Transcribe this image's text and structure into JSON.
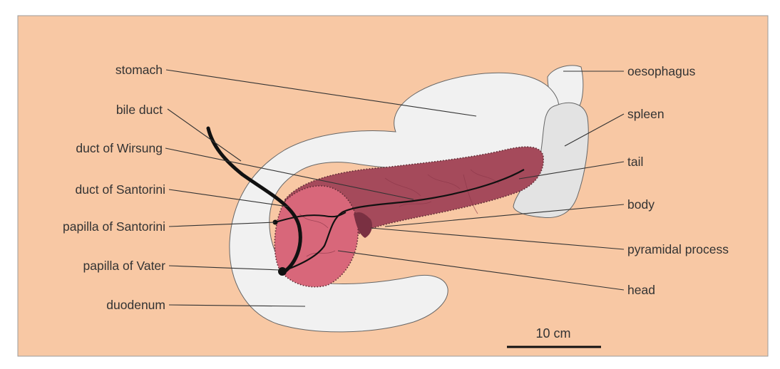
{
  "diagram": {
    "labels_left": {
      "stomach": "stomach",
      "bile_duct": "bile duct",
      "duct_wirsung": "duct of Wirsung",
      "duct_santorini": "duct of Santorini",
      "papilla_santorini": "papilla of Santorini",
      "papilla_vater": "papilla of Vater",
      "duodenum": "duodenum"
    },
    "labels_right": {
      "oesophagus": "oesophagus",
      "spleen": "spleen",
      "tail": "tail",
      "body": "body",
      "pyramidal_process": "pyramidal process",
      "head": "head"
    },
    "scale_bar": "10 cm"
  },
  "colors": {
    "background": "#f8c8a4",
    "organ_fill": "#f1f1f1",
    "spleen_fill": "#e3e3e3",
    "pancreas_body": "#a54a5b",
    "pancreas_head": "#d8677a",
    "duct": "#111111",
    "leader_line": "#333333"
  }
}
